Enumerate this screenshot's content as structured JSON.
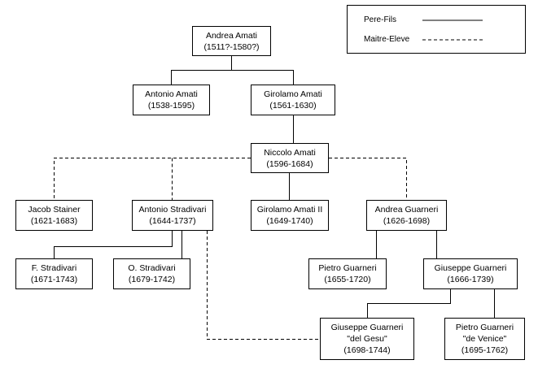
{
  "legend": {
    "solid_label": "Pere-Fils",
    "dashed_label": "Maitre-Eleve"
  },
  "nodes": {
    "andrea_amati": {
      "name": "Andrea Amati",
      "dates": "(1511?-1580?)"
    },
    "antonio_amati": {
      "name": "Antonio Amati",
      "dates": "(1538-1595)"
    },
    "girolamo_amati": {
      "name": "Girolamo Amati",
      "dates": "(1561-1630)"
    },
    "niccolo_amati": {
      "name": "Niccolo Amati",
      "dates": "(1596-1684)"
    },
    "jacob_stainer": {
      "name": "Jacob Stainer",
      "dates": "(1621-1683)"
    },
    "antonio_stradivari": {
      "name": "Antonio Stradivari",
      "dates": "(1644-1737)"
    },
    "girolamo_amati_ii": {
      "name": "Girolamo Amati II",
      "dates": "(1649-1740)"
    },
    "andrea_guarneri": {
      "name": "Andrea Guarneri",
      "dates": "(1626-1698)"
    },
    "f_stradivari": {
      "name": "F. Stradivari",
      "dates": "(1671-1743)"
    },
    "o_stradivari": {
      "name": "O. Stradivari",
      "dates": "(1679-1742)"
    },
    "pietro_guarneri": {
      "name": "Pietro Guarneri",
      "dates": "(1655-1720)"
    },
    "giuseppe_guarneri": {
      "name": "Giuseppe Guarneri",
      "dates": "(1666-1739)"
    },
    "giuseppe_del_gesu": {
      "name": "Giuseppe Guarneri",
      "nickname": "\"del Gesu\"",
      "dates": "(1698-1744)"
    },
    "pietro_de_venice": {
      "name": "Pietro Guarneri",
      "nickname": "\"de Venice\"",
      "dates": "(1695-1762)"
    }
  },
  "relations": [
    {
      "from": "andrea_amati",
      "to": "antonio_amati",
      "type": "pere-fils"
    },
    {
      "from": "andrea_amati",
      "to": "girolamo_amati",
      "type": "pere-fils"
    },
    {
      "from": "girolamo_amati",
      "to": "niccolo_amati",
      "type": "pere-fils"
    },
    {
      "from": "niccolo_amati",
      "to": "girolamo_amati_ii",
      "type": "pere-fils"
    },
    {
      "from": "niccolo_amati",
      "to": "jacob_stainer",
      "type": "maitre-eleve"
    },
    {
      "from": "niccolo_amati",
      "to": "antonio_stradivari",
      "type": "maitre-eleve"
    },
    {
      "from": "niccolo_amati",
      "to": "andrea_guarneri",
      "type": "maitre-eleve"
    },
    {
      "from": "antonio_stradivari",
      "to": "f_stradivari",
      "type": "pere-fils"
    },
    {
      "from": "antonio_stradivari",
      "to": "o_stradivari",
      "type": "pere-fils"
    },
    {
      "from": "antonio_stradivari",
      "to": "giuseppe_del_gesu",
      "type": "maitre-eleve"
    },
    {
      "from": "andrea_guarneri",
      "to": "pietro_guarneri",
      "type": "pere-fils"
    },
    {
      "from": "andrea_guarneri",
      "to": "giuseppe_guarneri",
      "type": "pere-fils"
    },
    {
      "from": "giuseppe_guarneri",
      "to": "giuseppe_del_gesu",
      "type": "pere-fils"
    },
    {
      "from": "giuseppe_guarneri",
      "to": "pietro_de_venice",
      "type": "pere-fils"
    }
  ]
}
